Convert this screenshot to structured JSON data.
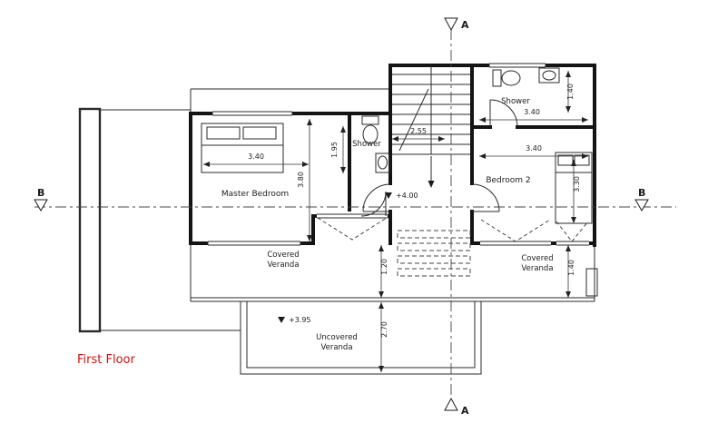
{
  "title": {
    "text": "First Floor",
    "color": "#cc1111"
  },
  "section_markers": {
    "a": "A",
    "b": "B"
  },
  "rooms": {
    "master_bedroom": "Master Bedroom",
    "bedroom_2": "Bedroom 2",
    "shower_left": "Shower",
    "shower_right": "Shower",
    "covered_veranda_left": {
      "line1": "Covered",
      "line2": "Veranda"
    },
    "covered_veranda_right": {
      "line1": "Covered",
      "line2": "Veranda"
    },
    "uncovered_veranda": {
      "line1": "Uncovered",
      "line2": "Veranda"
    }
  },
  "levels": {
    "hall": "+4.00",
    "uncovered_veranda": "+3.95"
  },
  "dimensions": {
    "master_bed_width": "3.40",
    "master_room_depth": "3.80",
    "shower_left_width": "1.95",
    "stair_landing_width": "2.55",
    "shower_right_width": "3.40",
    "shower_right_depth": "1.40",
    "bedroom2_width": "3.40",
    "bedroom2_depth": "3.30",
    "covered_veranda_left_depth": "1.20",
    "covered_veranda_right_depth": "1.40",
    "uncovered_veranda_depth": "2.70"
  },
  "line_color": "#1c1c1c"
}
